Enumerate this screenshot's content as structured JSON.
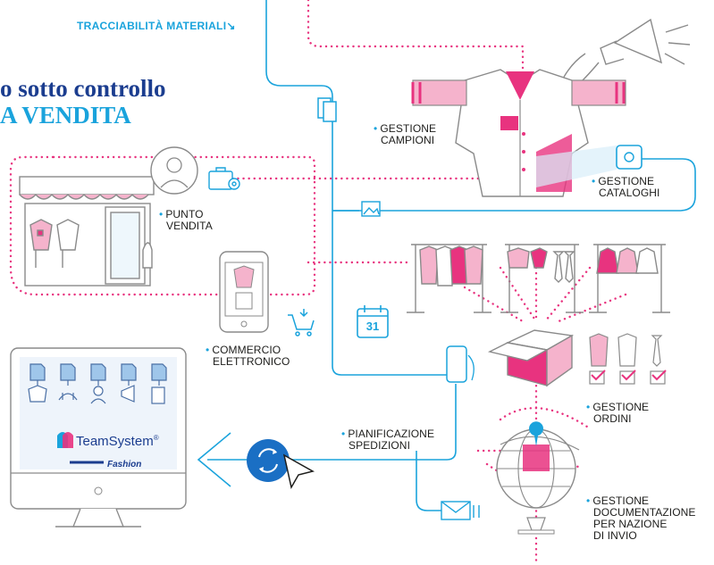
{
  "top_link": "TRACCIABILITÀ MATERIALI↘",
  "headline": {
    "line1": "o sotto controllo",
    "line2": "A VENDITA"
  },
  "labels": {
    "gestione_campioni": [
      "GESTIONE",
      "CAMPIONI"
    ],
    "gestione_cataloghi": [
      "GESTIONE",
      "CATALOGHI"
    ],
    "punto_vendita": [
      "PUNTO",
      "VENDITA"
    ],
    "commercio_elettronico": [
      "COMMERCIO",
      "ELETTRONICO"
    ],
    "gestione_ordini": [
      "GESTIONE",
      "ORDINI"
    ],
    "pianificazione_spedizioni": [
      "PIANIFICAZIONE",
      "SPEDIZIONI"
    ],
    "gestione_documentazione": [
      "GESTIONE",
      "DOCUMENTAZIONE",
      "PER NAZIONE",
      "DI INVIO"
    ]
  },
  "bullet": "•",
  "calendar_day": "31",
  "brand": {
    "name": "TeamSystem",
    "reg": "®",
    "sub": "Fashion"
  },
  "colors": {
    "accent_blue": "#1aa3dc",
    "navy": "#1b3d8f",
    "magenta": "#e8337f",
    "pink_light": "#f5b3cc",
    "gray_outline": "#8a8a8a"
  },
  "icons": [
    "megaphone-icon",
    "shirt-icon",
    "store-icon",
    "avatar-icon",
    "briefcase-gear-icon",
    "smartphone-icon",
    "cart-icon",
    "calendar-icon",
    "sync-icon",
    "cursor-icon",
    "globe-icon",
    "envelope-icon",
    "picture-icon",
    "catalog-icon",
    "box-icon",
    "monitor-icon"
  ]
}
